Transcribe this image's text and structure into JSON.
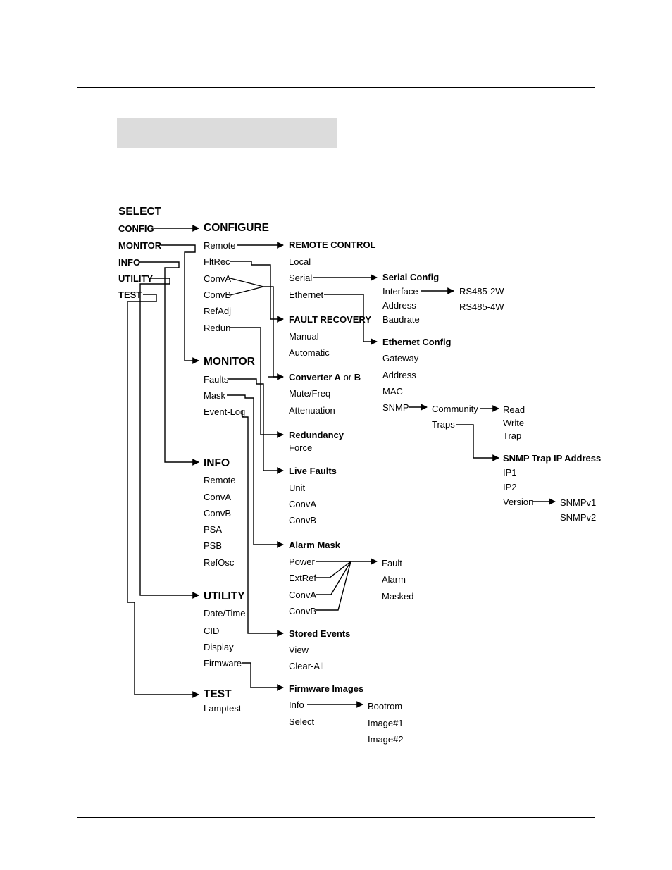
{
  "select": {
    "title": "SELECT",
    "items": [
      "CONFIG",
      "MONITOR",
      "INFO",
      "UTILITY",
      "TEST"
    ]
  },
  "configure": {
    "title": "CONFIGURE",
    "items": [
      "Remote",
      "FltRec",
      "ConvA",
      "ConvB",
      "RefAdj",
      "Redun"
    ]
  },
  "monitor": {
    "title": "MONITOR",
    "items": [
      "Faults",
      "Mask",
      "Event-Log"
    ]
  },
  "info": {
    "title": "INFO",
    "items": [
      "Remote",
      "ConvA",
      "ConvB",
      "PSA",
      "PSB",
      "RefOsc"
    ]
  },
  "utility": {
    "title": "UTILITY",
    "items": [
      "Date/Time",
      "CID",
      "Display",
      "Firmware"
    ]
  },
  "test": {
    "title": "TEST",
    "items": [
      "Lamptest"
    ]
  },
  "remote_control": {
    "title": "REMOTE CONTROL",
    "items": [
      "Local",
      "Serial",
      "Ethernet"
    ]
  },
  "fault_recovery": {
    "title": "FAULT RECOVERY",
    "items": [
      "Manual",
      "Automatic"
    ]
  },
  "converter": {
    "title_a": "Converter A",
    "title_or": "or",
    "title_b": "B",
    "items": [
      "Mute/Freq",
      "Attenuation"
    ]
  },
  "redundancy": {
    "title": "Redundancy",
    "items": [
      "Force"
    ]
  },
  "live_faults": {
    "title": "Live Faults",
    "items": [
      "Unit",
      "ConvA",
      "ConvB"
    ]
  },
  "alarm_mask": {
    "title": "Alarm Mask",
    "items": [
      "Power",
      "ExtRef",
      "ConvA",
      "ConvB"
    ]
  },
  "alarm_values": {
    "items": [
      "Fault",
      "Alarm",
      "Masked"
    ]
  },
  "stored_events": {
    "title": "Stored Events",
    "items": [
      "View",
      "Clear-All"
    ]
  },
  "firmware_images": {
    "title": "Firmware Images",
    "items": [
      "Info",
      "Select"
    ]
  },
  "firmware_info": {
    "items": [
      "Bootrom",
      "Image#1",
      "Image#2"
    ]
  },
  "serial_config": {
    "title": "Serial Config",
    "items": [
      "Interface",
      "Address",
      "Baudrate"
    ]
  },
  "interface_values": {
    "items": [
      "RS485-2W",
      "RS485-4W"
    ]
  },
  "ethernet_config": {
    "title": "Ethernet Config",
    "items": [
      "Gateway",
      "Address",
      "MAC",
      "SNMP"
    ]
  },
  "snmp": {
    "items": [
      "Community",
      "Traps"
    ]
  },
  "community_values": {
    "items": [
      "Read",
      "Write",
      "Trap"
    ]
  },
  "trap_ip": {
    "title": "SNMP Trap IP Address",
    "items": [
      "IP1",
      "IP2",
      "Version"
    ]
  },
  "version_values": {
    "items": [
      "SNMPv1",
      "SNMPv2"
    ]
  }
}
